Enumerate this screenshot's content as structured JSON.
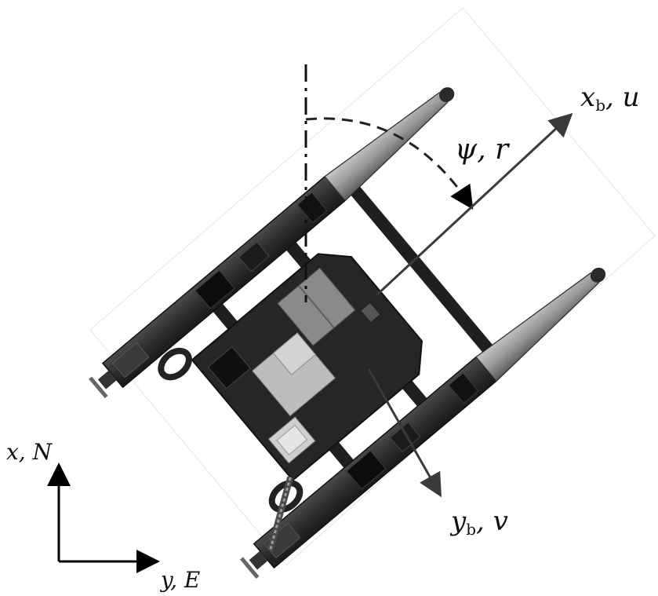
{
  "labels": {
    "body_x": "x",
    "body_x_sub": "b",
    "body_x_tail": ", u",
    "body_y": "y",
    "body_y_sub": "b",
    "body_y_tail": ", v",
    "heading": "ψ, r",
    "inertial_x": "x, N",
    "inertial_y": "y, E"
  },
  "icons": [
    "catamaran-hull-icon",
    "propeller-icon",
    "electronics-box-icon",
    "gps-module-icon",
    "antenna-icon"
  ],
  "colors": {
    "hull_dark": "#2b2b2b",
    "hull_light": "#9a9a9a",
    "deck": "#262626",
    "arrow": "#3a3a3a",
    "axis": "#000000"
  }
}
